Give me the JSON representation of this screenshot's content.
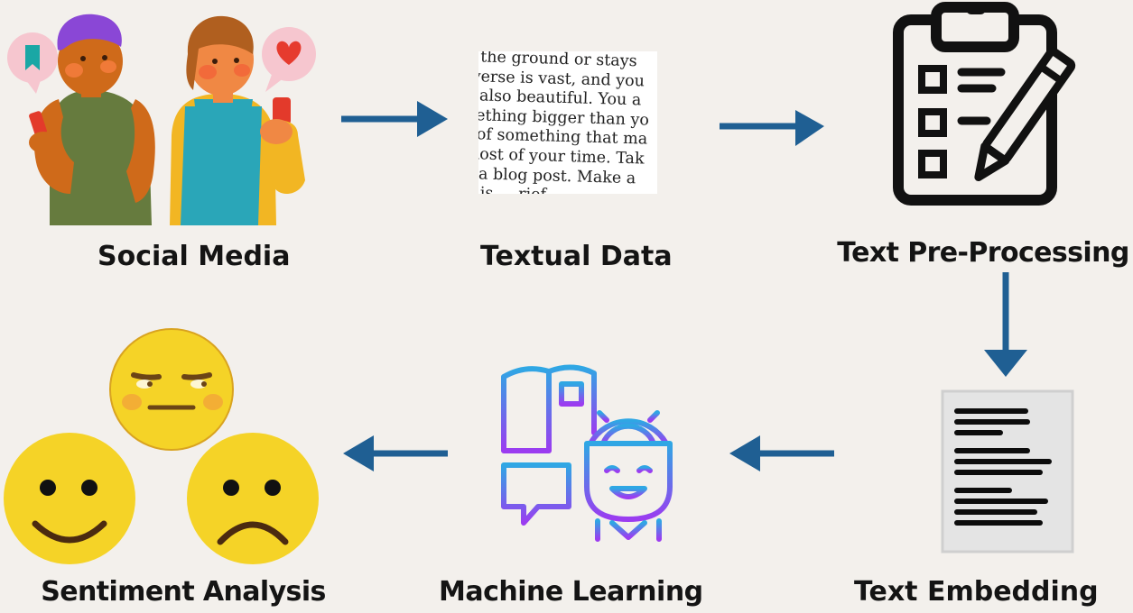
{
  "steps": {
    "social_media": "Social Media",
    "textual_data": "Textual Data",
    "text_preprocessing": "Text Pre-Processing",
    "text_embedding": "Text Embedding",
    "machine_learning": "Machine Learning",
    "sentiment_analysis": "Sentiment Analysis"
  },
  "textual_snippet": [
    "s the ground or stays",
    "iverse is vast, and you",
    "s also beautiful. You a",
    "nething bigger than yo",
    "t of something that ma",
    "most of your time. Tak",
    "e a blog post. Make a",
    "   this ...  rief"
  ],
  "colors": {
    "arrow": "#1f5f93",
    "emoji_yellow": "#f5d327",
    "ml_gradient_top": "#2fa7e4",
    "ml_gradient_bottom": "#9b3cf0"
  },
  "icons": [
    "people-with-phones-icon",
    "clipboard-checklist-icon",
    "document-lines-icon",
    "machine-learning-head-icon",
    "neutral-face-icon",
    "smiling-face-icon",
    "frowning-face-icon"
  ]
}
